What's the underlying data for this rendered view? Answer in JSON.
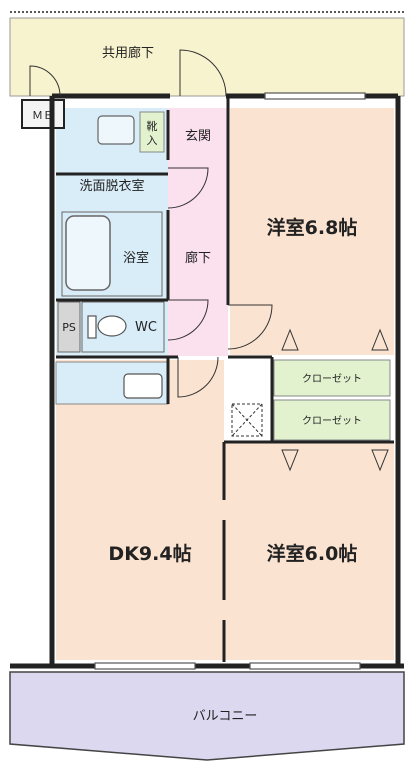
{
  "floor_plan": {
    "corridor": "共用廊下",
    "meter_box": "ＭＢ",
    "shoe_storage": "靴\n入",
    "entrance": "玄関",
    "washroom": "洗面脱衣室",
    "bathroom": "浴室",
    "hallway": "廊下",
    "pipe_space": "PS",
    "toilet": "WC",
    "western_room_1": "洋室6.8帖",
    "closet_1": "クローゼット",
    "closet_2": "クローゼット",
    "dining_kitchen": "DK9.4帖",
    "western_room_2": "洋室6.0帖",
    "balcony": "バルコニー"
  },
  "colors": {
    "corridor_fill": "#f8f3cf",
    "room_fill": "#fbe3d1",
    "hall_fill": "#fbe1ee",
    "wet_fill": "#d9edf8",
    "closet_fill": "#e2f2cf",
    "balcony_fill": "#dcd8f0",
    "wall": "#222222"
  }
}
